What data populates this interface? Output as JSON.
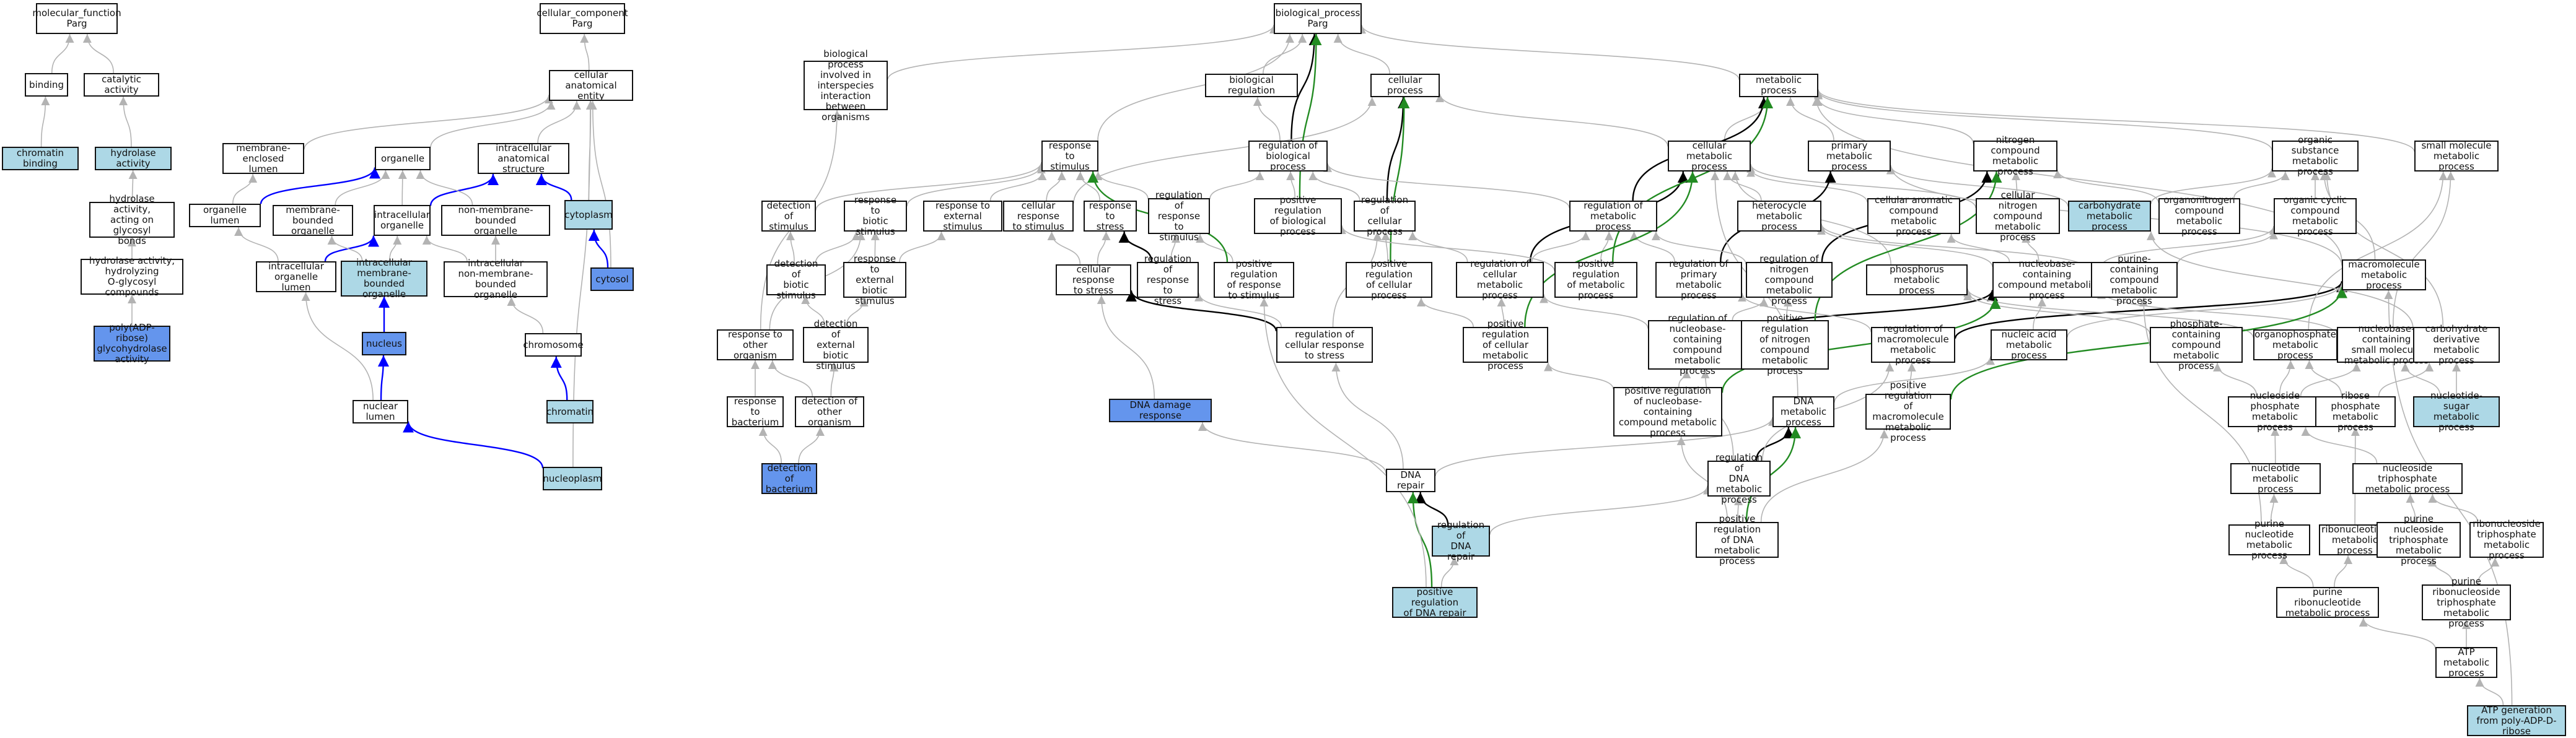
{
  "colors": {
    "gray_edge": "#b3b3b3",
    "black_edge": "#000000",
    "blue_edge": "#0000ff",
    "green_edge": "#228b22",
    "light_fill": "#add8e6",
    "blue_fill": "#6495ed"
  },
  "nodes": {
    "mf": "molecular_function\nParg",
    "binding": "binding",
    "catact": "catalytic activity",
    "chrbind": "chromatin binding",
    "hydact": "hydrolase activity",
    "hydgly": "hydrolase activity,\nacting on glycosyl\nbonds",
    "hydo": "hydrolase activity,\nhydrolyzing\nO-glycosyl compounds",
    "padp": "poly(ADP-ribose)\nglycohydrolase\nactivity",
    "cc": "cellular_component\nParg",
    "cae": "cellular anatomical\nentity",
    "orgl": "organelle",
    "ias": "intracellular\nanatomical structure",
    "mel": "membrane-enclosed\nlumen",
    "orglum": "organelle lumen",
    "mbo": "membrane-bounded\norganelle",
    "io": "intracellular\norganelle",
    "nmbo": "non-membrane-bounded\norganelle",
    "cyto": "cytoplasm",
    "cytosol": "cytosol",
    "iol": "intracellular\norganelle lumen",
    "imbo": "intracellular\nmembrane-bounded\norganelle",
    "inmbo": "intracellular\nnon-membrane-bounded\norganelle",
    "nucleus": "nucleus",
    "chromosome": "chromosome",
    "chromatin": "chromatin",
    "nuclum": "nuclear lumen",
    "nucplasm": "nucleoplasm",
    "bp": "biological_process\nParg",
    "bpinter": "biological process\ninvolved in\ninterspecies\ninteraction\nbetween organisms",
    "bioreg": "biological regulation",
    "cellproc": "cellular process",
    "metproc": "metabolic process",
    "rstim": "response to\nstimulus",
    "regbio": "regulation of\nbiological process",
    "detstim": "detection of\nstimulus",
    "rbiostim": "response to\nbiotic stimulus",
    "rextstim": "response to\nexternal stimulus",
    "cellrstim": "cellular response\nto stimulus",
    "rstress": "response to\nstress",
    "regrstim": "regulation of\nresponse to\nstimulus",
    "posregbio": "positive regulation\nof biological\nprocess",
    "regcell": "regulation of\ncellular process",
    "detbio": "detection of\nbiotic stimulus",
    "rextbio": "response to\nexternal biotic\nstimulus",
    "cellrstress": "cellular response\nto stress",
    "regrstress": "regulation of\nresponse to\nstress",
    "posregrstim": "positive regulation\nof response\nto stimulus",
    "posregcell": "positive regulation\nof cellular\nprocess",
    "rother": "response to\nother organism",
    "detext": "detection of\nexternal biotic\nstimulus",
    "regcrs": "regulation of\ncellular response\nto stress",
    "rbact": "response to\nbacterium",
    "detother": "detection of\nother organism",
    "dnadmg": "DNA damage response",
    "detbact": "detection of\nbacterium",
    "dnarep": "DNA repair",
    "regdnarep": "regulation of\nDNA repair",
    "posregdnarep": "positive regulation\nof DNA repair",
    "cellmet": "cellular metabolic\nprocess",
    "primmet": "primary metabolic\nprocess",
    "ncmet": "nitrogen compound\nmetabolic process",
    "orgsub": "organic substance\nmetabolic process",
    "smmet": "small molecule\nmetabolic process",
    "regmet": "regulation of\nmetabolic process",
    "hetero": "heterocycle\nmetabolic process",
    "cellarom": "cellular aromatic\ncompound metabolic\nprocess",
    "cellnc": "cellular nitrogen\ncompound metabolic\nprocess",
    "carbmet": "carbohydrate\nmetabolic process",
    "organonit": "organonitrogen\ncompound metabolic\nprocess",
    "orgcyc": "organic cyclic\ncompound metabolic\nprocess",
    "regcellmet": "regulation of\ncellular metabolic\nprocess",
    "posregmet": "positive regulation\nof metabolic\nprocess",
    "regprim": "regulation of\nprimary metabolic\nprocess",
    "regnc": "regulation of\nnitrogen compound\nmetabolic process",
    "phosmet": "phosphorus metabolic\nprocess",
    "nbcmet": "nucleobase-containing\ncompound metabolic\nprocess",
    "purcont": "purine-containing\ncompound metabolic\nprocess",
    "macromet": "macromolecule\nmetabolic process",
    "posregcellmet": "positive regulation\nof cellular\nmetabolic process",
    "regnbc": "regulation of\nnucleobase-containing\ncompound metabolic\nprocess",
    "posregnc": "positive regulation\nof nitrogen\ncompound\nmetabolic process",
    "regmacro": "regulation of\nmacromolecule\nmetabolic process",
    "nucacid": "nucleic acid\nmetabolic process",
    "phoscont": "phosphate-containing\ncompound metabolic\nprocess",
    "organophos": "organophosphate\nmetabolic process",
    "nbcsmall": "nucleobase-containing\nsmall molecule\nmetabolic process",
    "carbder": "carbohydrate\nderivative metabolic\nprocess",
    "posregnbc": "positive regulation\nof nucleobase-containing\ncompound metabolic\nprocess",
    "dnamet": "DNA metabolic\nprocess",
    "posregmacro": "positive regulation\nof macromolecule\nmetabolic process",
    "nucphos": "nucleoside phosphate\nmetabolic process",
    "ribphos": "ribose phosphate\nmetabolic process",
    "nucsugar": "nucleotide-sugar\nmetabolic process",
    "regdnamet": "regulation of\nDNA metabolic\nprocess",
    "nucleotide": "nucleotide metabolic\nprocess",
    "nuctri": "nucleoside triphosphate\nmetabolic process",
    "posregdnamet": "positive regulation\nof DNA metabolic\nprocess",
    "purnt": "purine nucleotide\nmetabolic process",
    "ribonucleotide": "ribonucleotide\nmetabolic process",
    "purnstri": "purine nucleoside\ntriphosphate\nmetabolic process",
    "ribotri": "ribonucleoside\ntriphosphate\nmetabolic process",
    "purribo": "purine ribonucleotide\nmetabolic process",
    "purribotri": "purine ribonucleoside\ntriphosphate\nmetabolic process",
    "atpmet": "ATP metabolic\nprocess",
    "atpgen": "ATP generation\nfrom poly-ADP-D-ribose"
  }
}
